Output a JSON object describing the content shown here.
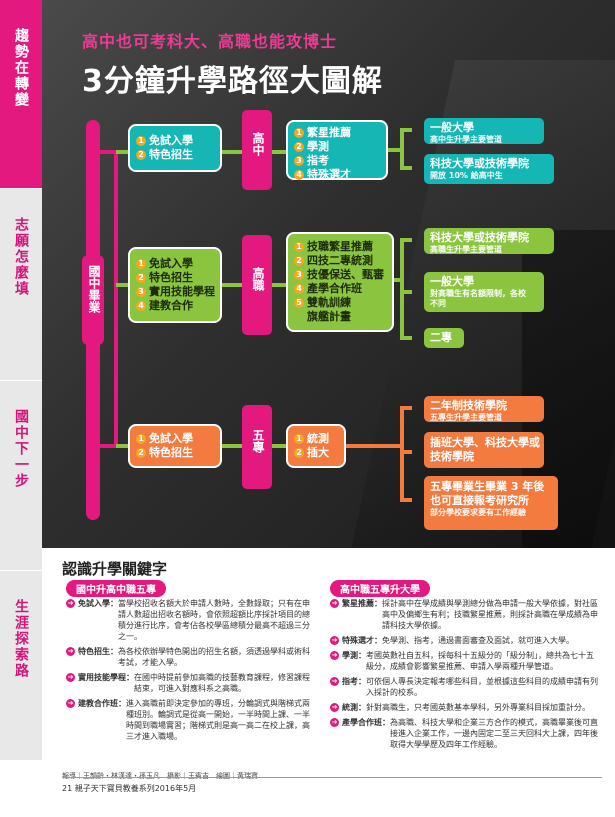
{
  "sidebar": {
    "tabs": [
      {
        "label": "趨勢在轉變",
        "active": true
      },
      {
        "label": "志願怎麼填",
        "active": false
      },
      {
        "label": "國中下一步",
        "active": false
      },
      {
        "label": "生涯探索路",
        "active": false
      }
    ]
  },
  "header": {
    "subtitle": "高中也可考科大、高職也能攻博士",
    "title": "3分鐘升學路徑大圖解"
  },
  "diagram": {
    "root": "國中畢業",
    "branches": [
      {
        "admission": [
          "免試入學",
          "特色招生"
        ],
        "school": "高中",
        "exams": [
          "繁星推薦",
          "學測",
          "指考",
          "特殊選才"
        ],
        "destinations": [
          {
            "title": "一般大學",
            "sub": "高中生升學主要管道"
          },
          {
            "title": "科技大學或技術學院",
            "sub": "開放 10% 給高中生"
          }
        ]
      },
      {
        "admission": [
          "免試入學",
          "特色招生",
          "實用技能學程",
          "建教合作"
        ],
        "school": "高職",
        "exams": [
          "技職繁星推薦",
          "四技二專統測",
          "技優保送、甄審",
          "產學合作班",
          "雙軌訓練",
          "旗艦計畫"
        ],
        "destinations": [
          {
            "title": "科技大學或技術學院",
            "sub": "高職生升學主要管道"
          },
          {
            "title": "一般大學",
            "sub": "對高職生有名額限制，各校不同"
          },
          {
            "title": "二專",
            "sub": ""
          }
        ]
      },
      {
        "admission": [
          "免試入學",
          "特色招生"
        ],
        "school": "五專",
        "exams": [
          "統測",
          "插大"
        ],
        "destinations": [
          {
            "title": "二年制技術學院",
            "sub": "五專生升學主要管道"
          },
          {
            "title": "插班大學、科技大學或技術學院",
            "sub": ""
          },
          {
            "title": "五專畢業生畢業 3 年後也可直接報考研究所",
            "sub": "部分學校要求要有工作經驗"
          }
        ]
      }
    ]
  },
  "glossary": {
    "heading": "認識升學關鍵字",
    "left_label": "國中升高中職五專",
    "right_label": "高中職五專升大學",
    "left_entries": [
      {
        "term": "免試入學：",
        "desc": "當學校招收名額大於申請人數時，全數錄取；只有在申請人數超出招收名額時，會依照超額比序採計項目的總積分進行比序，會考佔各校學區總積分最高不超過三分之一。"
      },
      {
        "term": "特色招生：",
        "desc": "為各校依辦學特色開出的招生名額，須透過學科或術科考試，才能入學。"
      },
      {
        "term": "實用技能學程：",
        "desc": "在國中時提前參加高職的技藝教育課程，修習課程結束，可進入對應科系之高職。"
      },
      {
        "term": "建教合作班：",
        "desc": "進入高職前即決定參加的專班，分輪調式與階梯式兩種班別。輪調式是從高一開始，一半時間上課、一半時間到職場實習；階梯式則是高一高二在校上課，高三才進入職場。"
      }
    ],
    "right_entries": [
      {
        "term": "繁星推薦：",
        "desc": "採計高中在學成績與學測總分做為申請一般大學依據，對社區高中及偏鄉生有利；技職繁星推薦，則採計高職在學成績為申請科技大學依據。"
      },
      {
        "term": "特殊選才：",
        "desc": "免學測、指考，通過書面審查及面試，就可進入大學。"
      },
      {
        "term": "學測：",
        "desc": "考國英數社自五科，採每科十五級分的「級分制」，總共為七十五級分，成績會影響繁星推薦、申請入學兩種升學管道。"
      },
      {
        "term": "指考：",
        "desc": "可依個人專長決定報考哪些科目，並根據這些科目的成績申請有列入採計的校系。"
      },
      {
        "term": "統測：",
        "desc": "針對高職生，只考國英數基本學科，另外專業科目採加重計分。"
      },
      {
        "term": "產學合作班：",
        "desc": "為高職、科技大學和企業三方合作的模式，高職畢業後可直接進入企業工作，一邊內固定二至三天回科大上課，四年後取得大學學歷及四年工作經驗。"
      }
    ]
  },
  "credits": "報導｜王韻齡・林漢達・孫玉凡　攝影｜王賓吉　繪圖｜黃瑞寶",
  "footer": "21  親子天下寶貝教養系列2016年5月",
  "colors": {
    "pink": "#e4197f",
    "green": "#8bc53f",
    "teal": "#14b7b4",
    "orange": "#f47b40",
    "dark": "#2e2e2e"
  }
}
